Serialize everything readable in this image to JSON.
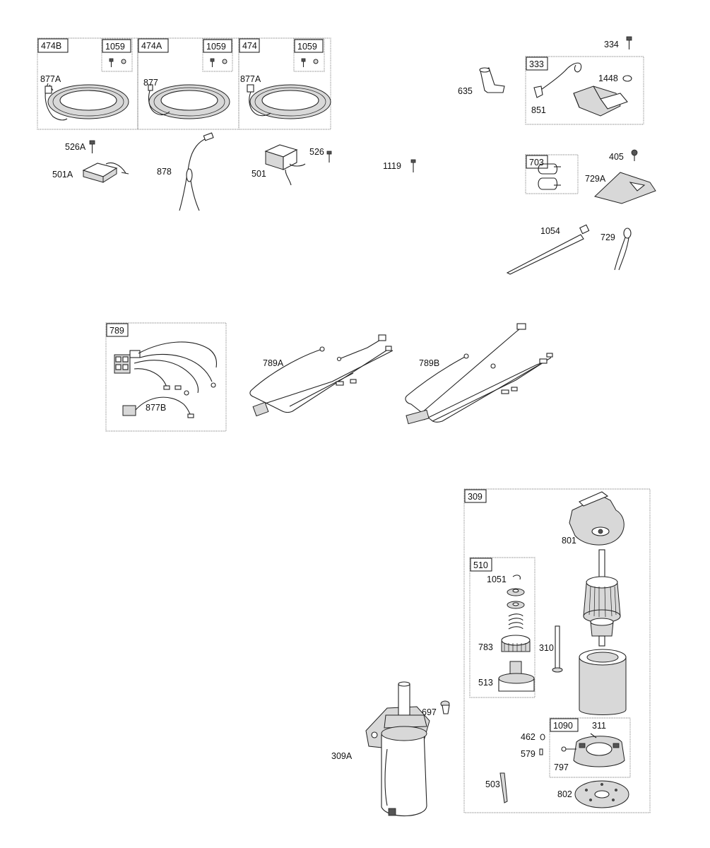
{
  "labels": {
    "box_474B": "474B",
    "box_474A": "474A",
    "box_474": "474",
    "box_1059_a": "1059",
    "box_1059_b": "1059",
    "box_1059_c": "1059",
    "p877A_a": "877A",
    "p877": "877",
    "p877A_b": "877A",
    "p526A": "526A",
    "p501A": "501A",
    "p878": "878",
    "p501": "501",
    "p526": "526",
    "p1119": "1119",
    "p635": "635",
    "p334": "334",
    "box_333": "333",
    "p1448": "1448",
    "p851": "851",
    "box_703": "703",
    "p405": "405",
    "p729A": "729A",
    "p1054": "1054",
    "p729": "729",
    "box_789": "789",
    "p877B": "877B",
    "p789A": "789A",
    "p789B": "789B",
    "box_309": "309",
    "p801": "801",
    "box_510": "510",
    "p1051": "1051",
    "p783": "783",
    "p310": "310",
    "p513": "513",
    "p697": "697",
    "p309A": "309A",
    "box_1090": "1090",
    "p311": "311",
    "p462": "462",
    "p579": "579",
    "p797": "797",
    "p503": "503",
    "p802": "802"
  }
}
